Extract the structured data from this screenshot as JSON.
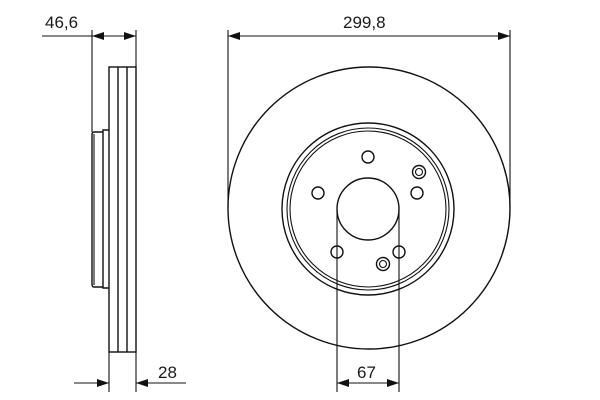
{
  "dimensions": {
    "overall_height": "46,6",
    "disc_thickness": "28",
    "disc_diameter": "299,8",
    "center_bore": "67"
  },
  "colors": {
    "line": "#111111",
    "background": "#ffffff"
  }
}
